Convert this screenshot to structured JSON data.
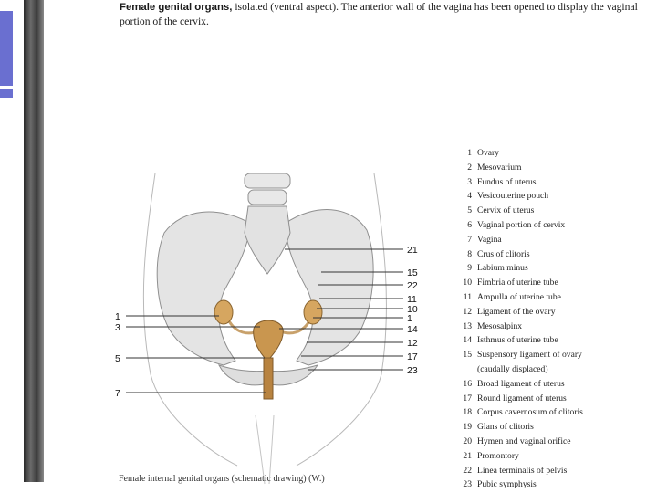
{
  "caption": {
    "bold": "Female genital organs,",
    "rest": " isolated (ventral aspect). The anterior wall of the vagina has been opened to display the vaginal portion of the cervix."
  },
  "legend": [
    {
      "num": "1",
      "text": "Ovary"
    },
    {
      "num": "2",
      "text": "Mesovarium"
    },
    {
      "num": "3",
      "text": "Fundus of uterus"
    },
    {
      "num": "4",
      "text": "Vesicouterine pouch"
    },
    {
      "num": "5",
      "text": "Cervix of uterus"
    },
    {
      "num": "6",
      "text": "Vaginal portion of cervix"
    },
    {
      "num": "7",
      "text": "Vagina"
    },
    {
      "num": "8",
      "text": "Crus of clitoris"
    },
    {
      "num": "9",
      "text": "Labium minus"
    },
    {
      "num": "10",
      "text": "Fimbria of uterine tube"
    },
    {
      "num": "11",
      "text": "Ampulla of uterine tube"
    },
    {
      "num": "12",
      "text": "Ligament of the ovary"
    },
    {
      "num": "13",
      "text": "Mesosalpinx"
    },
    {
      "num": "14",
      "text": "Isthmus of uterine tube"
    },
    {
      "num": "15",
      "text": "Suspensory ligament of ovary"
    },
    {
      "num": "",
      "text": "(caudally displaced)"
    },
    {
      "num": "16",
      "text": "Broad ligament of uterus"
    },
    {
      "num": "17",
      "text": "Round ligament of uterus"
    },
    {
      "num": "18",
      "text": "Corpus cavernosum of clitoris"
    },
    {
      "num": "19",
      "text": "Glans of clitoris"
    },
    {
      "num": "20",
      "text": "Hymen and vaginal orifice"
    },
    {
      "num": "21",
      "text": "Promontory"
    },
    {
      "num": "22",
      "text": "Linea terminalis of pelvis"
    },
    {
      "num": "23",
      "text": "Pubic symphysis"
    }
  ],
  "figure_labels": {
    "left": [
      "1",
      "3",
      "5",
      "7"
    ],
    "right": [
      "21",
      "15",
      "22",
      "11",
      "10",
      "1",
      "14",
      "12",
      "17",
      "23"
    ]
  },
  "bottom_text": "Female internal genital organs (schematic drawing) (W.)"
}
